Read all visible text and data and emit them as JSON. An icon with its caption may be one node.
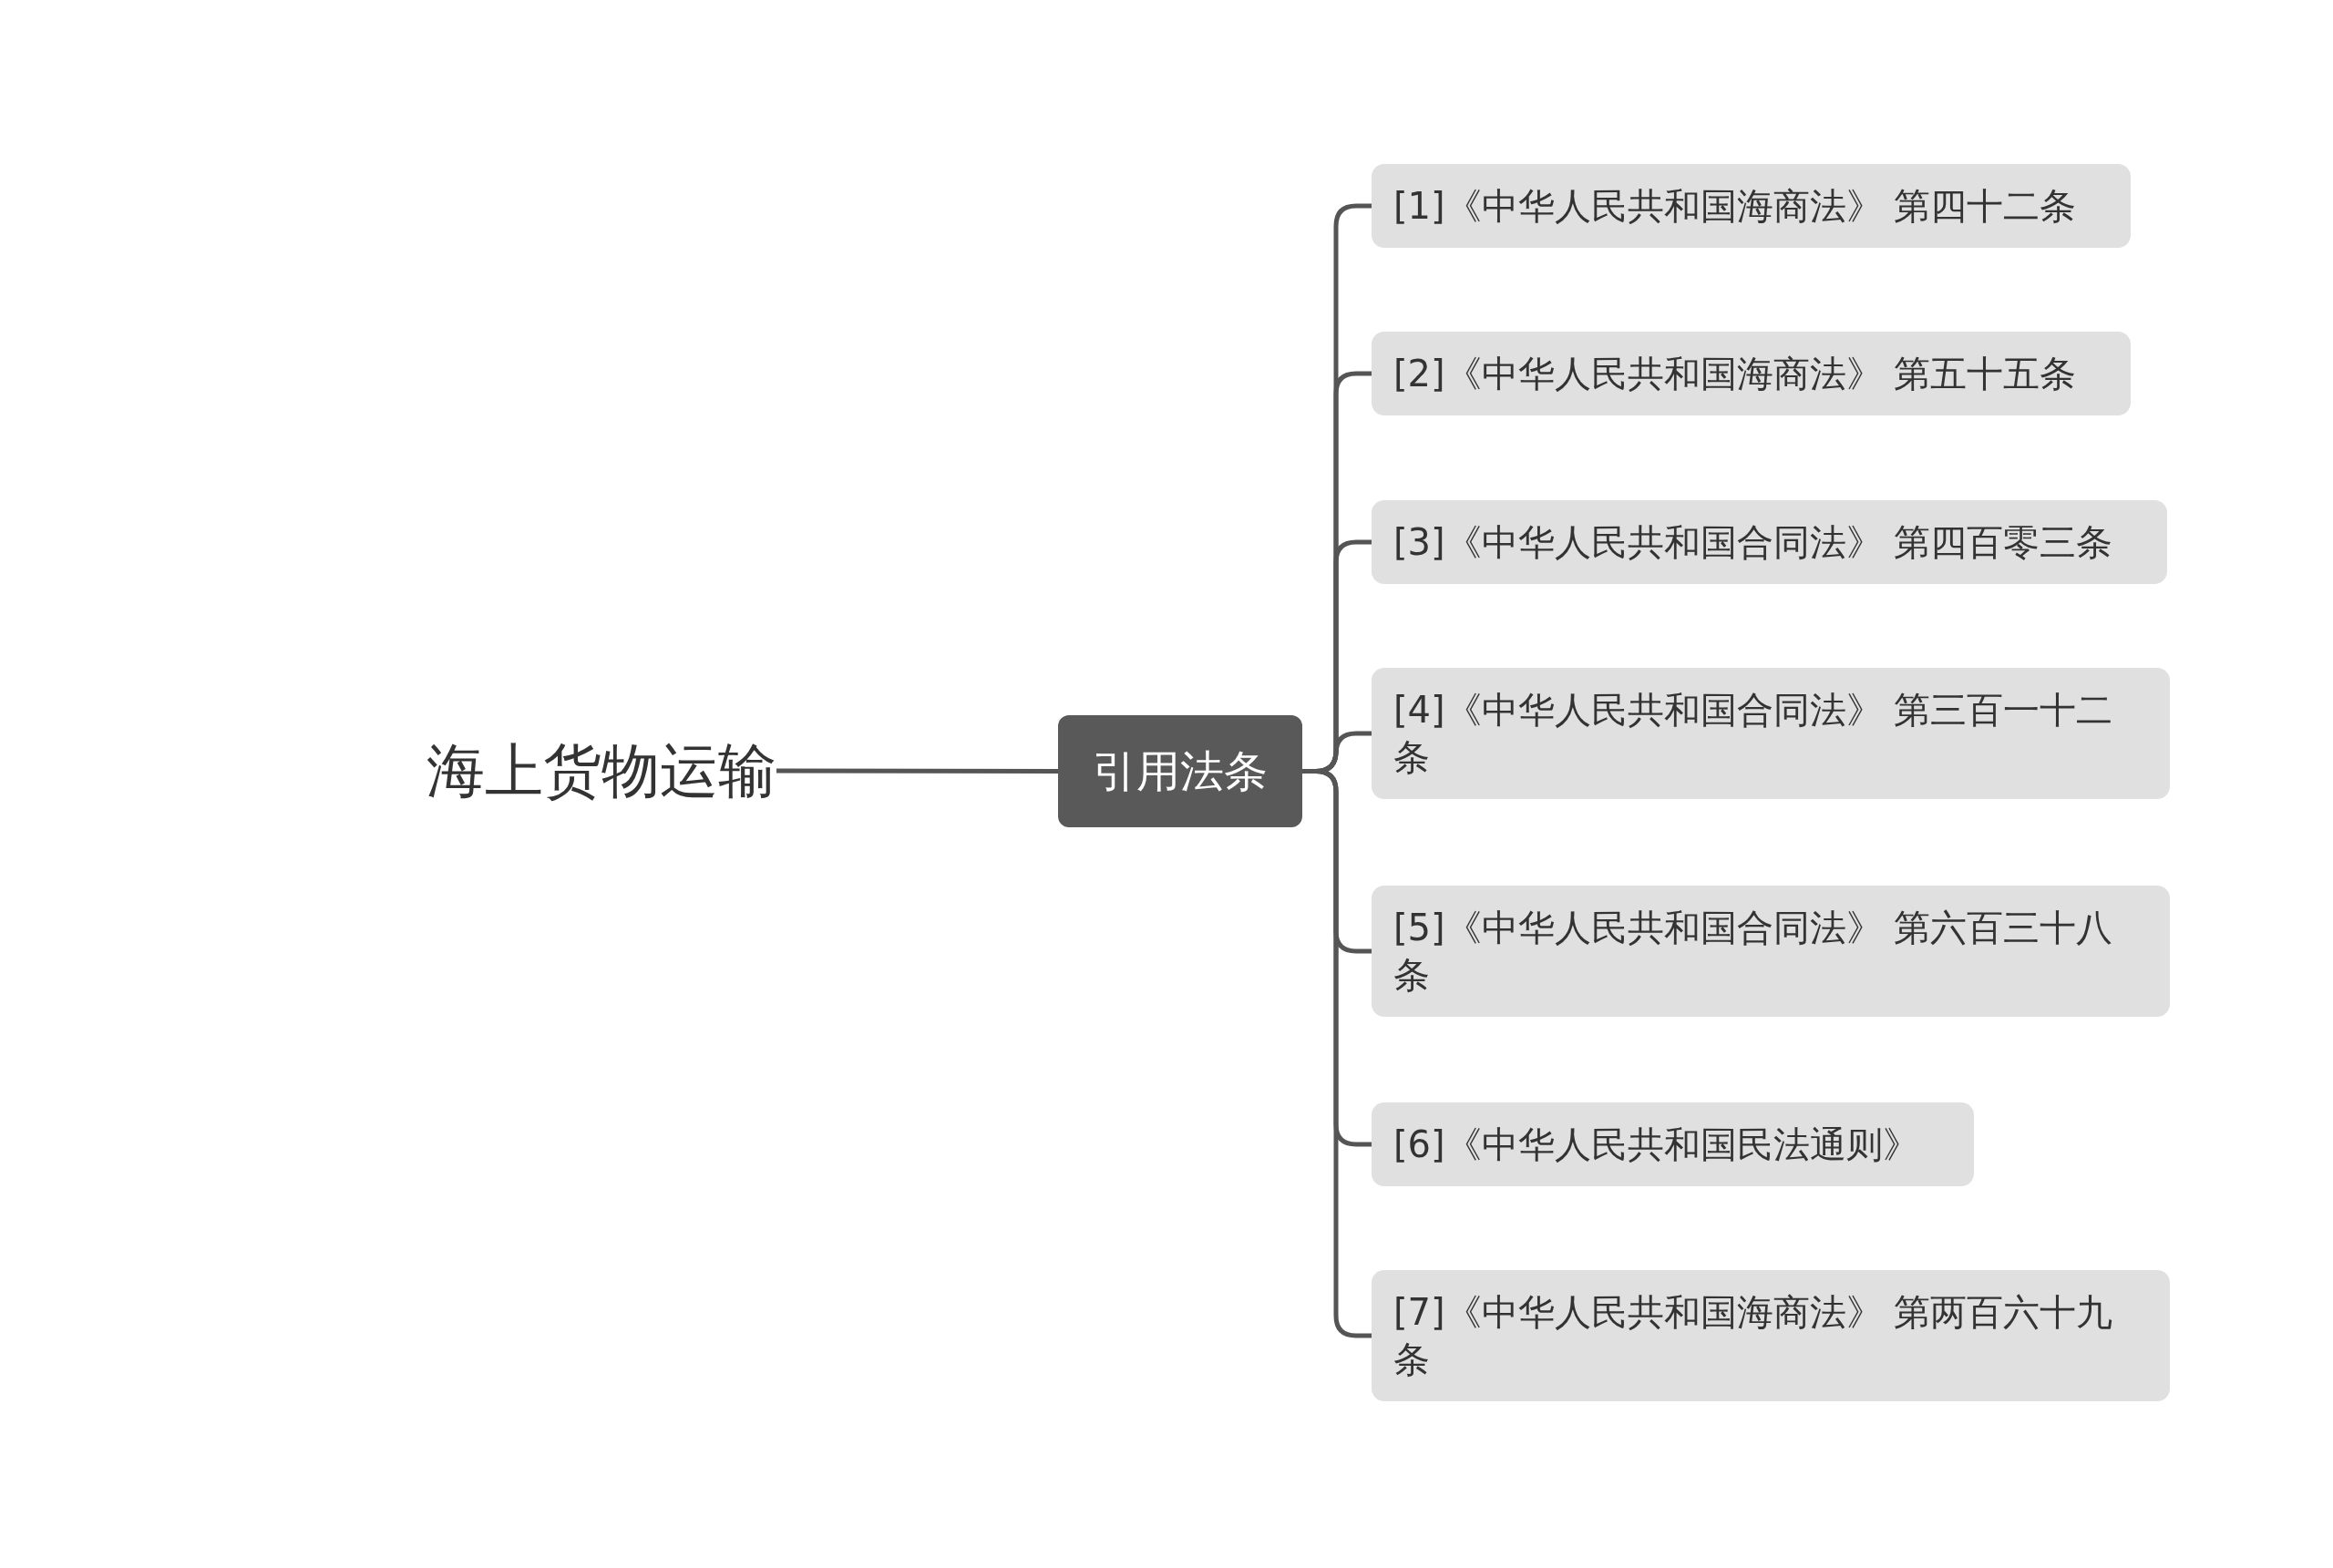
{
  "diagram": {
    "nodes": [
      {
        "text": [
          "海上货物运输"
        ]
      },
      {
        "text": [
          "引用法条"
        ]
      },
      {
        "text": [
          "[1]《中华人民共和国海商法》 第四十二条"
        ]
      },
      {
        "text": [
          "[2]《中华人民共和国海商法》 第五十五条"
        ]
      },
      {
        "text": [
          "[3]《中华人民共和国合同法》 第四百零三条"
        ]
      },
      {
        "text": [
          "[4]《中华人民共和国合同法》 第三百一十二条"
        ]
      },
      {
        "text": [
          "[5]《中华人民共和国合同法》 第六百三十八条"
        ]
      },
      {
        "text": [
          "[6]《中华人民共和国民法通则》"
        ]
      },
      {
        "text": [
          "[7]《中华人民共和国海商法》 第两百六十九条"
        ]
      }
    ],
    "edges": [
      {
        "from": 0,
        "to": 1,
        "arrow": "none"
      },
      {
        "from": 1,
        "to": 2,
        "arrow": "none"
      },
      {
        "from": 1,
        "to": 3,
        "arrow": "none"
      },
      {
        "from": 1,
        "to": 4,
        "arrow": "none"
      },
      {
        "from": 1,
        "to": 5,
        "arrow": "none"
      },
      {
        "from": 1,
        "to": 6,
        "arrow": "none"
      },
      {
        "from": 1,
        "to": 7,
        "arrow": "none"
      },
      {
        "from": 1,
        "to": 8,
        "arrow": "none"
      }
    ]
  }
}
